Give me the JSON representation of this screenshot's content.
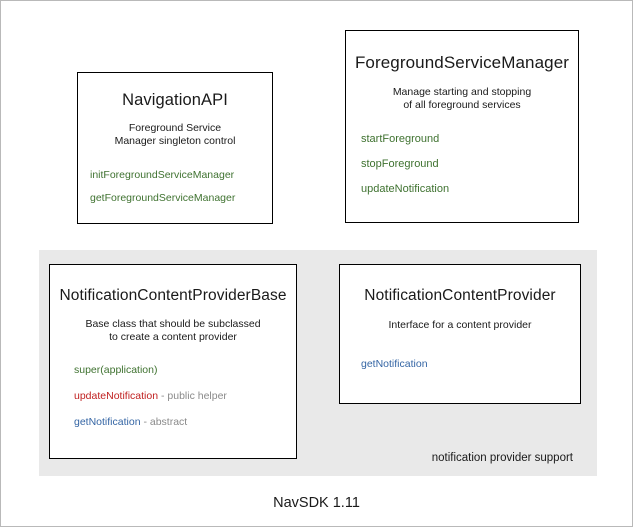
{
  "diagram": {
    "footer_version": "NavSDK 1.11",
    "group": {
      "label": "notification provider support"
    },
    "boxes": [
      {
        "id": "navigation-api",
        "title": "NavigationAPI",
        "description": "Foreground Service\nManager singleton control",
        "description_lines": [
          "Foreground Service",
          "Manager singleton control"
        ],
        "members": [
          {
            "name": "initForegroundServiceManager",
            "color": "#3f7230",
            "note": ""
          },
          {
            "name": "getForegroundServiceManager",
            "color": "#3f7230",
            "note": ""
          }
        ]
      },
      {
        "id": "foreground-service-manager",
        "title": "ForegroundServiceManager",
        "description": "Manage starting and stopping\nof all foreground services",
        "description_lines": [
          "Manage starting and stopping",
          "of all foreground services"
        ],
        "members": [
          {
            "name": "startForeground",
            "color": "#3f7230",
            "note": ""
          },
          {
            "name": "stopForeground",
            "color": "#3f7230",
            "note": ""
          },
          {
            "name": "updateNotification",
            "color": "#3f7230",
            "note": ""
          }
        ]
      },
      {
        "id": "notification-content-provider-base",
        "title": "NotificationContentProviderBase",
        "description": "Base class that should be subclassed\nto create a content provider",
        "description_lines": [
          "Base class that should be subclassed",
          "to create a content provider"
        ],
        "members": [
          {
            "name": "super(application)",
            "color": "#3f7230",
            "note": ""
          },
          {
            "name": "updateNotification",
            "color": "#c02020",
            "note": " - public helper"
          },
          {
            "name": "getNotification",
            "color": "#3465a4",
            "note": " - abstract"
          }
        ]
      },
      {
        "id": "notification-content-provider",
        "title": "NotificationContentProvider",
        "description": "Interface for a content provider",
        "description_lines": [
          "Interface for a content provider"
        ],
        "members": [
          {
            "name": "getNotification",
            "color": "#3465a4",
            "note": ""
          }
        ]
      }
    ]
  },
  "colors": {
    "method_green": "#3f7230",
    "method_red": "#c02020",
    "method_blue": "#3465a4",
    "note_gray": "#8a8a8a",
    "group_background": "#e9e9e9",
    "box_border": "#000000",
    "page_background": "#ffffff"
  }
}
